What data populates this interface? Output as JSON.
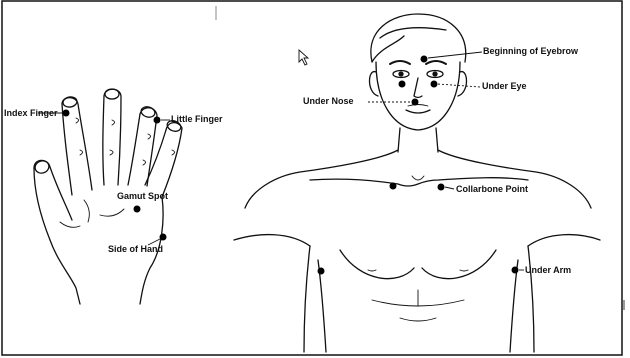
{
  "labels": {
    "index_finger": "Index Finger",
    "little_finger": "Little Finger",
    "gamut_spot": "Gamut Spot",
    "side_of_hand": "Side of Hand",
    "eyebrow": "Beginning of Eyebrow",
    "under_eye": "Under Eye",
    "under_nose": "Under Nose",
    "collarbone": "Collarbone Point",
    "under_arm": "Under Arm"
  },
  "colors": {
    "line": "#111111",
    "point": "#000000",
    "background": "#ffffff"
  },
  "icons": {
    "cursor": "mouse-pointer-icon"
  }
}
